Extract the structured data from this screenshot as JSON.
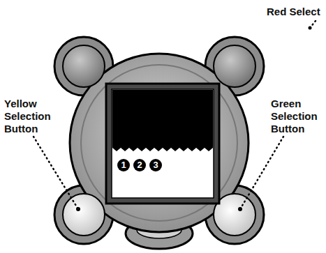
{
  "diagram": {
    "labels": [
      "Red Select",
      "Yellow Selection Button",
      "Green Selection Button",
      "1",
      "2",
      "3"
    ]
  }
}
